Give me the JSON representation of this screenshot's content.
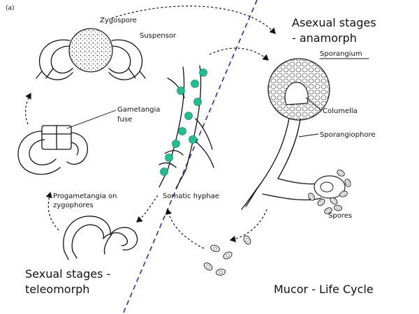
{
  "panel_letter": "(a)",
  "labels": {
    "zygospore": "Zygospore",
    "suspensor": "Suspensor",
    "gametangia_fuse_1": "Gametangia",
    "gametangia_fuse_2": "fuse",
    "progametangia_1": "Progametangia on",
    "progametangia_2": "zygophores",
    "somatic_hyphae": "Somatic hyphae",
    "sporangium": "Sporangium",
    "columella": "Columella",
    "sporangiophore": "Sporangiophore",
    "spores": "Spores"
  },
  "headings": {
    "asexual_1": "Asexual stages",
    "asexual_2": "- anamorph",
    "sexual_1": "Sexual stages -",
    "sexual_2": "teleomorph",
    "title": "Mucor - Life Cycle"
  },
  "colors": {
    "divider": "#2233aa",
    "nucleus": "#1fbf8f",
    "ink": "#111111"
  }
}
